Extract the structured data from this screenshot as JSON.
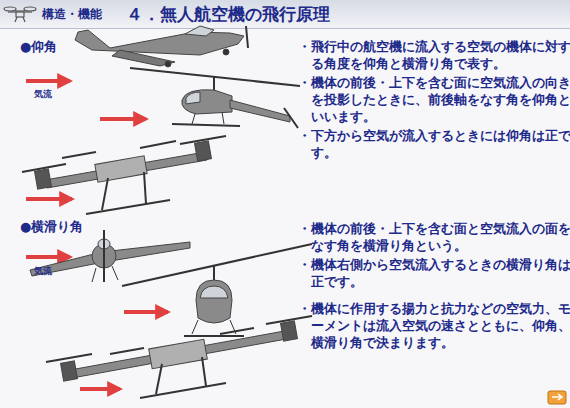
{
  "diagram": {
    "title": "４．無人航空機の飛行原理",
    "labels": [
      "構造・機能",
      "●仰角",
      "気流",
      "・飛行中の航空機に流入する空気の機体に対する角度を仰角と横滑り角で表す。",
      "・機体の前後・上下を含む面に空気流入の向きを投影したときに、前後軸をなす角を仰角といいます。",
      "・下方から空気が流入するときには仰角は正です。",
      "●横滑り角",
      "気流",
      "・機体の前後・上下を含む面と空気流入の面をなす角を横滑り角という。",
      "・機体右側から空気流入するときの横滑り角は正です。",
      "・機体に作用する揚力と抗力などの空気力、モーメントは流入空気の速さとともに、仰角、横滑り角で決まります。"
    ]
  }
}
